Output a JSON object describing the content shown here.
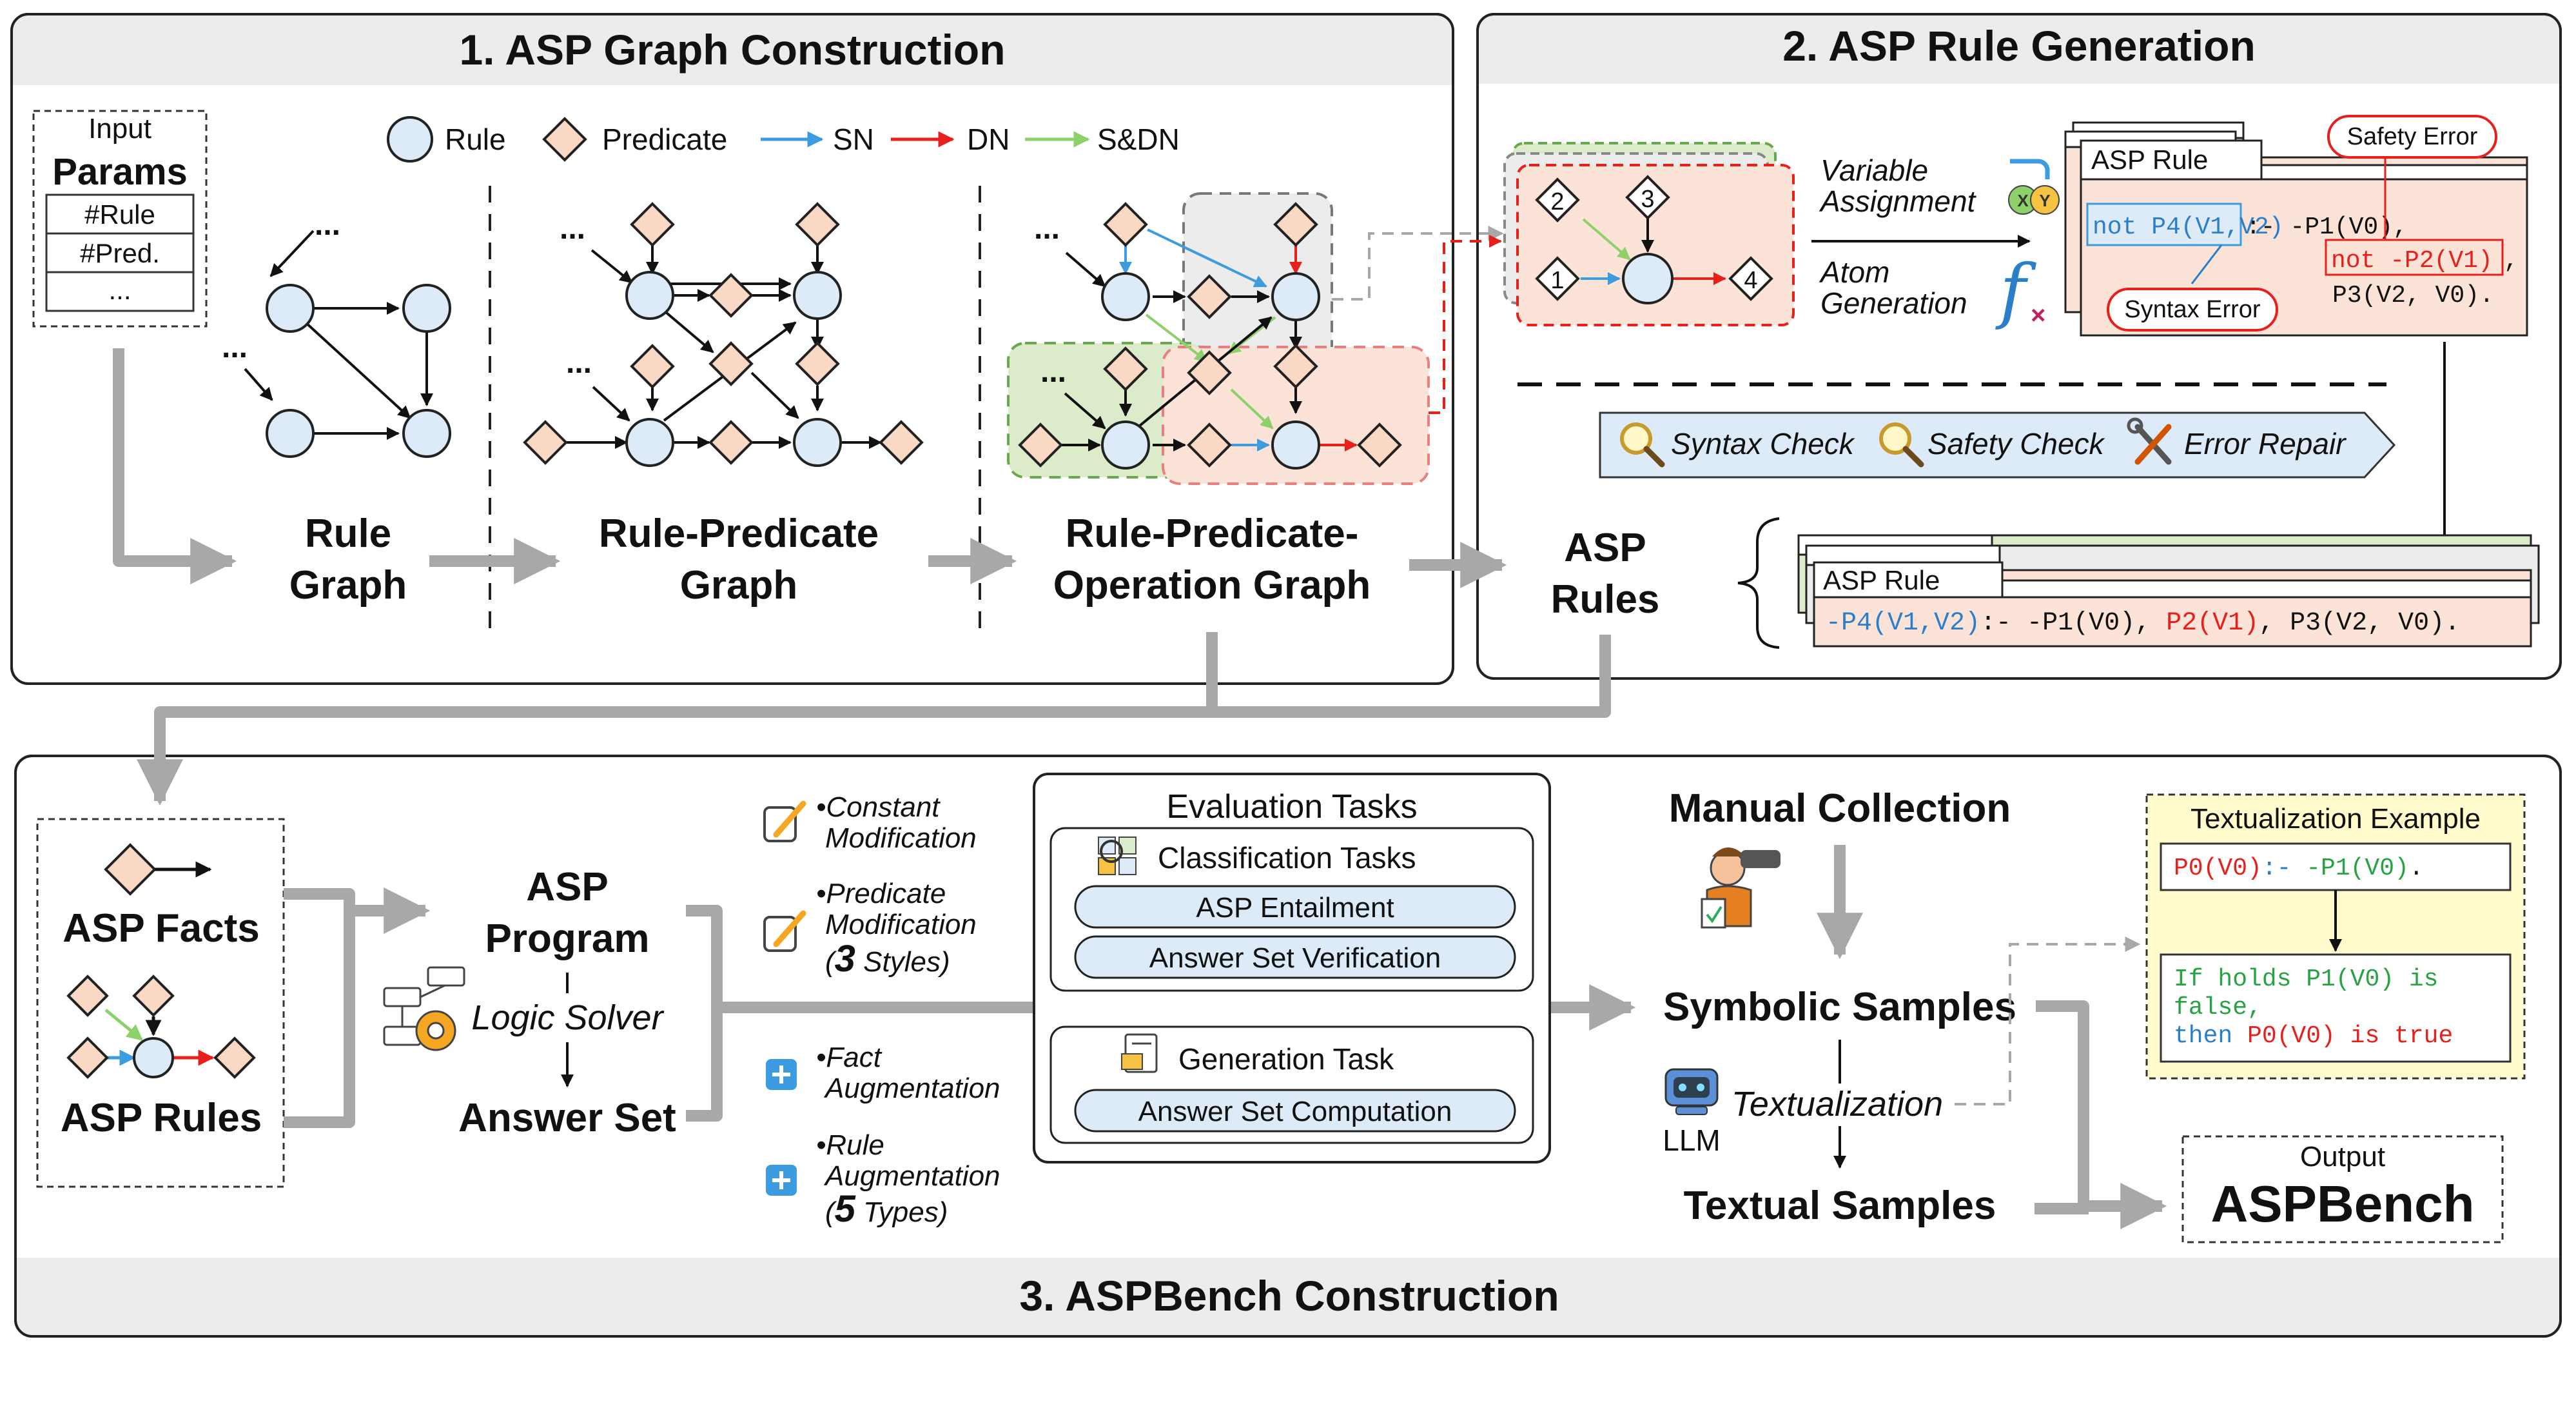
{
  "panel1": {
    "title": "1. ASP Graph Construction",
    "input": {
      "label": "Input",
      "params": "Params",
      "rows": [
        "#Rule",
        "#Pred.",
        "..."
      ]
    },
    "legend": {
      "rule": "Rule",
      "predicate": "Predicate",
      "sn": "SN",
      "dn": "DN",
      "sdn": "S&DN"
    },
    "ellipsis": "...",
    "stage1": [
      "Rule",
      "Graph"
    ],
    "stage2": [
      "Rule-Predicate",
      "Graph"
    ],
    "stage3": [
      "Rule-Predicate-",
      "Operation Graph"
    ]
  },
  "panel2": {
    "title": "2. ASP Rule Generation",
    "nodes": [
      "2",
      "3",
      "1",
      "4"
    ],
    "variable_assignment": [
      "Variable",
      "Assignment"
    ],
    "atom_generation": [
      "Atom",
      "Generation"
    ],
    "rule_card_title": "ASP Rule",
    "safety_error": "Safety Error",
    "syntax_error": "Syntax Error",
    "rule_line1_box1": "not P4(V1,V2)",
    "rule_line1_rest": ":- -P1(V0),",
    "rule_line2_box": "not -P2(V1)",
    "rule_line2_comma": ",",
    "rule_line3": "P3(V2, V0).",
    "checks": {
      "syntax": "Syntax Check",
      "safety": "Safety Check",
      "repair": "Error Repair"
    },
    "asp_rules": [
      "ASP",
      "Rules"
    ],
    "final_card_title": "ASP Rule",
    "final_rule": {
      "head": "-P4(V1,V2)",
      "neck": ":- -P1(V0), ",
      "body2": "P2(V1)",
      "tail": ", P3(V2, V0)."
    }
  },
  "panel3": {
    "title": "3. ASPBench Construction",
    "asp_facts": "ASP Facts",
    "asp_rules": "ASP Rules",
    "program": [
      "ASP",
      "Program"
    ],
    "logic_solver": "Logic Solver",
    "answer_set": "Answer Set",
    "mods": [
      {
        "lines": [
          "Constant",
          "Modification"
        ]
      },
      {
        "lines": [
          "Predicate",
          "Modification"
        ],
        "style_prefix": "(",
        "style_num": "3",
        "style_suffix": " Styles)"
      },
      {
        "lines": [
          "Fact",
          "Augmentation"
        ]
      },
      {
        "lines": [
          "Rule",
          "Augmentation"
        ],
        "style_prefix": "(",
        "style_num": "5",
        "style_suffix": " Types)"
      }
    ],
    "eval": {
      "title": "Evaluation Tasks",
      "classification": "Classification Tasks",
      "entailment": "ASP Entailment",
      "verification": "Answer Set Verification",
      "generation": "Generation Task",
      "computation": "Answer Set Computation"
    },
    "manual_collection": "Manual Collection",
    "symbolic_samples": "Symbolic Samples",
    "textualization": "Textualization",
    "llm": "LLM",
    "textual_samples": "Textual Samples",
    "example": {
      "title": "Textualization Example",
      "code_head": "P0(V0)",
      "code_neck": ":- ",
      "code_body": "-P1(V0)",
      "code_end": ".",
      "text_line1": "If holds P1(V0) is",
      "text_line2": "false,",
      "text_then": "then",
      "text_rest": " P0(V0) is true"
    },
    "output": {
      "label": "Output",
      "name": "ASPBench"
    }
  },
  "colors": {
    "rule_fill": "#dcebf7",
    "predicate_fill": "#f9d9c4",
    "sn": "#3d9be0",
    "dn": "#e8201c",
    "sdn": "#8ed16b",
    "flow_gray": "#a8a8a8",
    "panel_header": "#ececec",
    "example_bg": "#fffbcc"
  }
}
